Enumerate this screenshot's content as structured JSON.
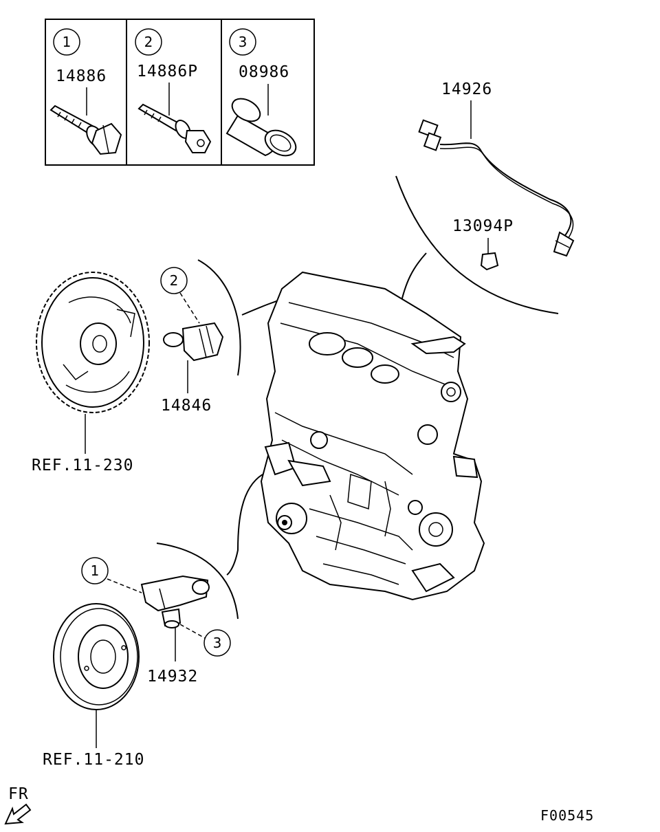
{
  "legend": {
    "cells": [
      {
        "index": "1",
        "part_no": "14886"
      },
      {
        "index": "2",
        "part_no": "14886P"
      },
      {
        "index": "3",
        "part_no": "08986"
      }
    ]
  },
  "callouts": {
    "oxygen_sensor": "14926",
    "cap": "13094P",
    "cam_sensor": "14846",
    "cam_sensor_ref": "2",
    "cam_sprocket_ref": "REF.11-230",
    "crank_sensor": "14932",
    "crank_sensor_ref_bolt": "1",
    "crank_sensor_ref_seal": "3",
    "crank_pulley_ref": "REF.11-210"
  },
  "orientation": "FR",
  "figure_code": "F00545"
}
